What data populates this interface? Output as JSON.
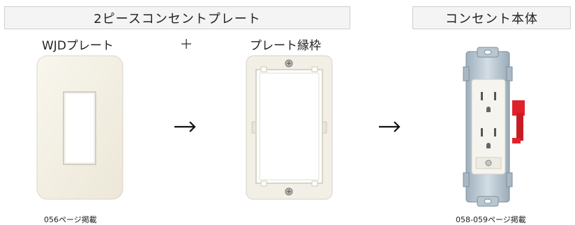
{
  "header_left": "2ピースコンセントプレート",
  "header_right": "コンセント本体",
  "labels": {
    "wjd_plate": "WJDプレート",
    "plus": "＋",
    "frame": "プレート縁枠"
  },
  "captions": {
    "wjd_plate": "056ページ掲載",
    "outlet": "058-059ページ掲載"
  },
  "icons": [
    "plus-icon",
    "arrow-right-icon",
    "arrow-right-icon"
  ],
  "colors": {
    "plate": "#f3efe4",
    "frame": "#f2efe6",
    "metal": "#aebfcb",
    "red_tab": "#e0222c",
    "outlet_face": "#f6f4ee"
  }
}
